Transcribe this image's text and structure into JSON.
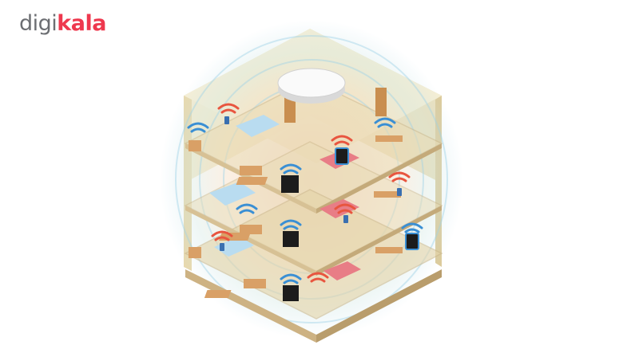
{
  "brand": {
    "prefix": "digi",
    "suffix": "kala"
  },
  "colors": {
    "brand_gray": "#6c6e72",
    "brand_red": "#ee384e",
    "wall": "#efe6c8",
    "floor": "#d8c49c",
    "wifi_blue": "#3a8fd4",
    "wifi_red": "#e8553f",
    "sofa": "#e87d86",
    "bed": "#b9dcf0"
  },
  "illustration": {
    "subject": "access-point-coverage-house",
    "floors": 3
  }
}
